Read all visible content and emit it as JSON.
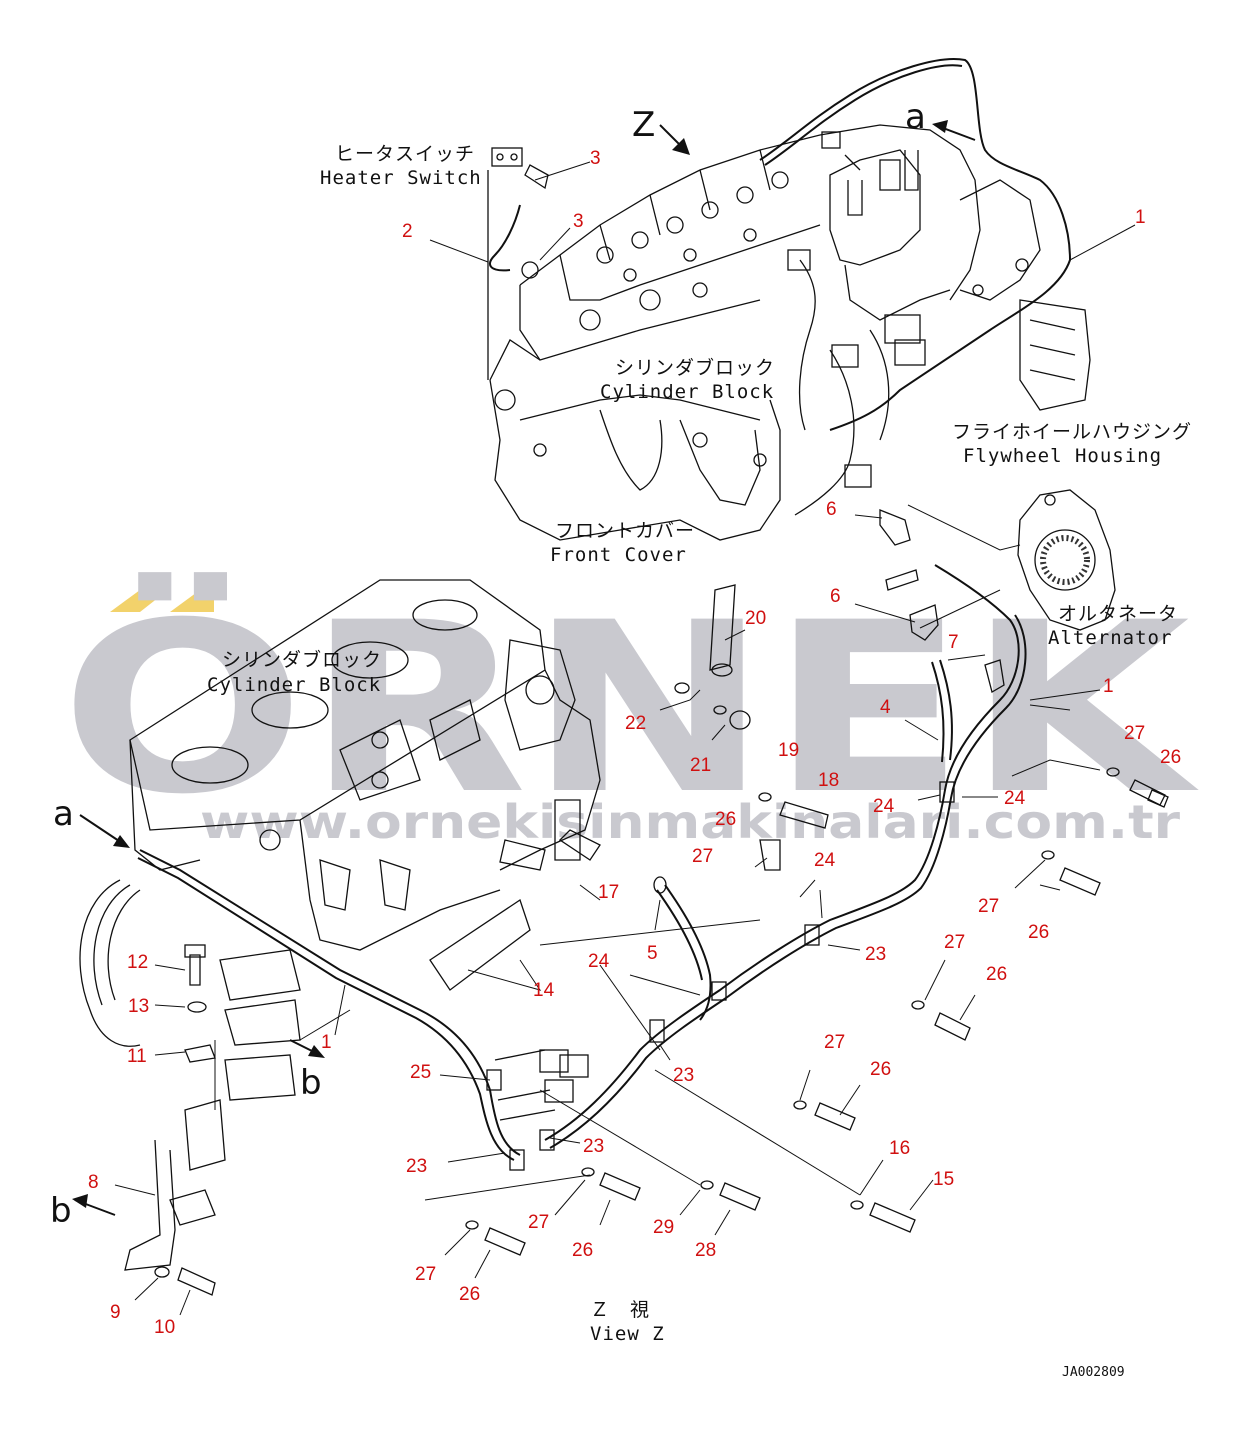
{
  "drawing_code": "JA002809",
  "watermark": {
    "brand": "ÖRNEK",
    "url": "www.ornekisinmakinalari.com.tr",
    "accent_color": "#f2d26b",
    "text_color": "#c9c9cf"
  },
  "labels": {
    "heater_switch_jp": "ヒータスイッチ",
    "heater_switch_en": "Heater Switch",
    "cylinder_block_jp": "シリンダブロック",
    "cylinder_block_en": "Cylinder Block",
    "flywheel_housing_jp": "フライホイールハウジング",
    "flywheel_housing_en": "Flywheel Housing",
    "front_cover_jp": "フロントカバー",
    "front_cover_en": "Front Cover",
    "alternator_jp": "オルタネータ",
    "alternator_en": "Alternator",
    "cylinder_block2_jp": "シリンダブロック",
    "cylinder_block2_en": "Cylinder Block",
    "view_jp": "Ｚ　視",
    "view_en": "View Z"
  },
  "view_letters": {
    "z": "Z",
    "a_top": "a",
    "a_left": "a",
    "b_mid": "b",
    "b_left": "b"
  },
  "part_numbers": [
    "3",
    "2",
    "3",
    "1",
    "6",
    "6",
    "20",
    "7",
    "1",
    "4",
    "22",
    "21",
    "19",
    "18",
    "27",
    "26",
    "24",
    "24",
    "26",
    "27",
    "24",
    "17",
    "5",
    "27",
    "26",
    "14",
    "24",
    "23",
    "27",
    "26",
    "12",
    "13",
    "11",
    "1",
    "23",
    "25",
    "27",
    "26",
    "23",
    "23",
    "8",
    "16",
    "15",
    "27",
    "29",
    "26",
    "28",
    "27",
    "26",
    "9",
    "10"
  ]
}
